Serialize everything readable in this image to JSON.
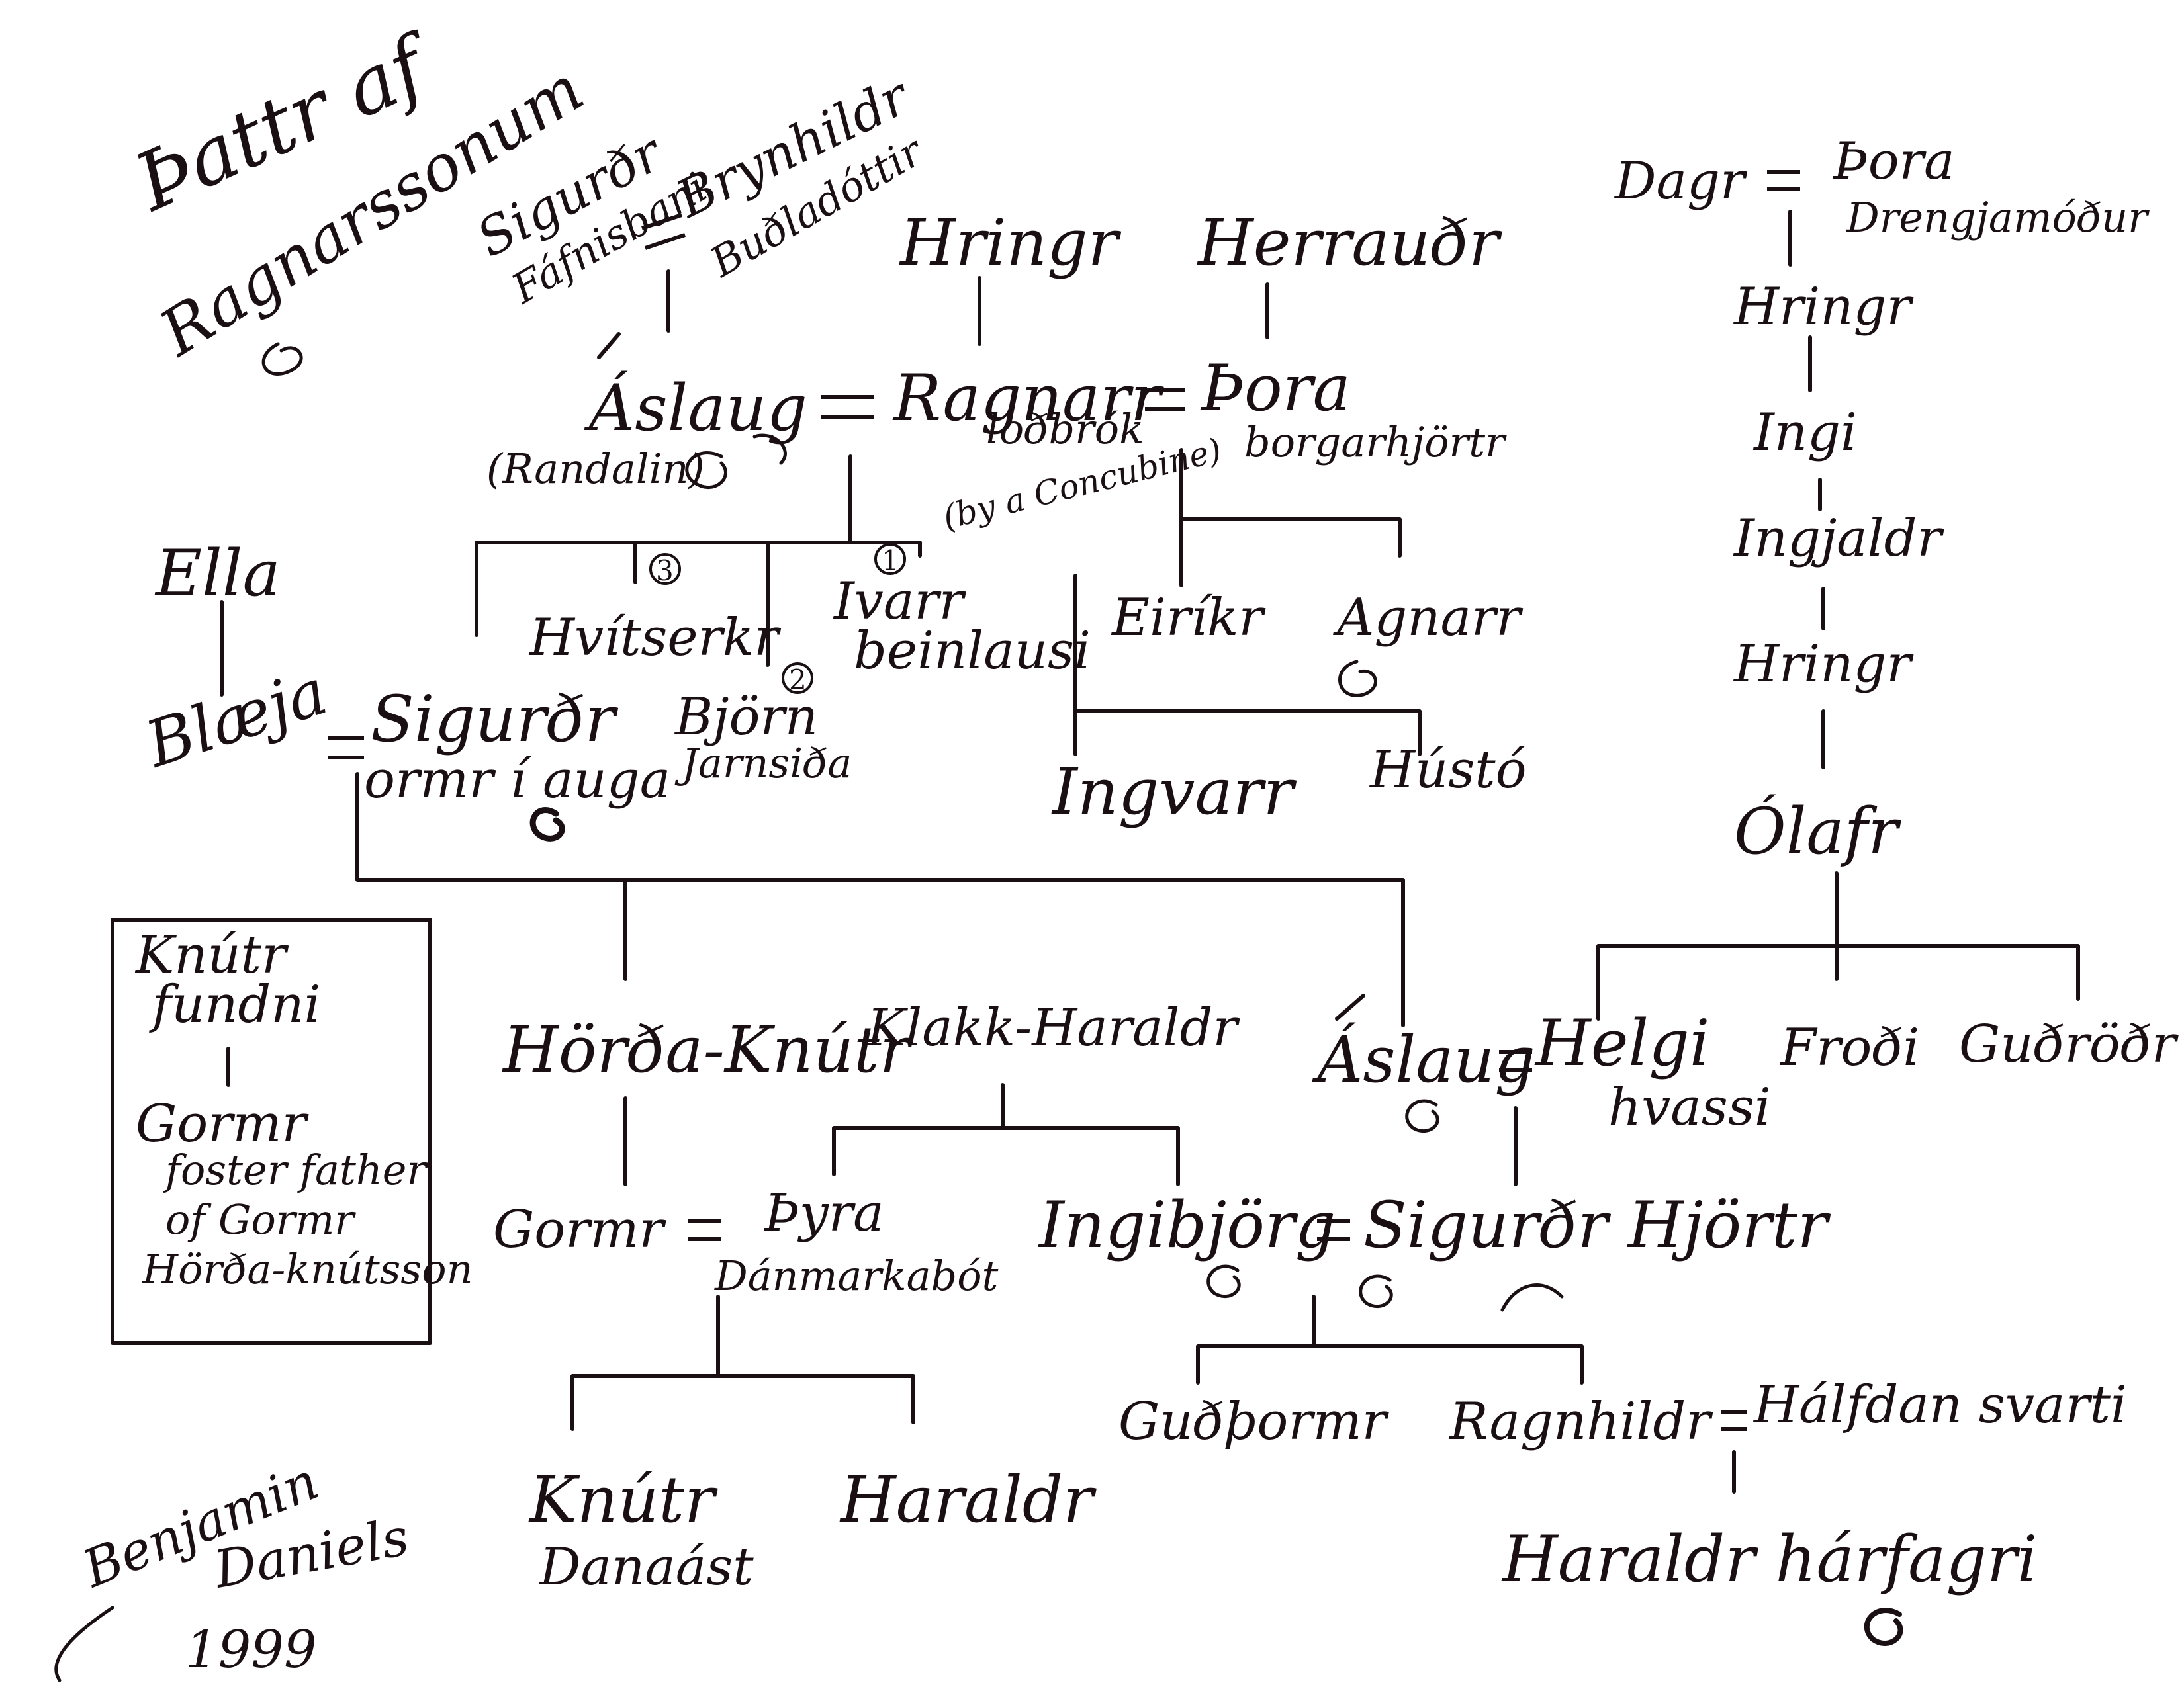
{
  "title": {
    "line1": "Þattr af",
    "line2": "Ragnarssonum"
  },
  "people": {
    "sigurdr_fafnisbani_1": "Sigurðr",
    "sigurdr_fafnisbani_2": "Fáfnisbani",
    "brynhildr_1": "Brynhildr",
    "brynhildr_2": "Buðladóttir",
    "hringr_top": "Hringr",
    "herraudr": "Herrauðr",
    "dagr": "Dagr",
    "thora_drengjamodur_1": "Þora",
    "thora_drengjamodur_2": "Drengjamóður",
    "aslaug_1": "Áslaug",
    "aslaug_alt": "(Randalin)",
    "ragnarr_1": "Ragnarr",
    "ragnarr_2": "loðbrók",
    "concubine_note": "(by a Concubine)",
    "thora_borgarhjortr_1": "Þora",
    "thora_borgarhjortr_2": "borgarhjörtr",
    "hringr_r1": "Hringr",
    "ingi": "Ingi",
    "ingjaldr": "Ingjaldr",
    "hringr_r2": "Hringr",
    "olafr": "Ólafr",
    "ella": "Ella",
    "hvitserkr": "Hvítserkr",
    "ivarr_1": "Ivarr",
    "ivarr_2": "beinlausi",
    "eirikr": "Eiríkr",
    "agnarr": "Agnarr",
    "blaeja": "Blæja",
    "sigurdr_ormr_1": "Sigurðr",
    "sigurdr_ormr_2": "ormr í auga",
    "bjorn_1": "Björn",
    "bjorn_2": "Jarnsiða",
    "ingvarr": "Ingvarr",
    "husto": "Hústó",
    "knutr_fundni_1": "Knútr",
    "knutr_fundni_2": "fundni",
    "gormr_box_1": "Gormr",
    "gormr_box_2": "foster father",
    "gormr_box_3": "of Gormr",
    "gormr_box_4": "Hörða-knútsson",
    "horda_knutr": "Hörða-Knútr",
    "klakk_haraldr": "Klakk-Haraldr",
    "aslaug_2": "Áslaug",
    "helgi_1": "Helgi",
    "helgi_2": "hvassi",
    "frodi": "Froði",
    "gudrodr": "Guðröðr",
    "gormr": "Gormr",
    "thyra_1": "Þyra",
    "thyra_2": "Dánmarkabót",
    "ingibjorg": "Ingibjörg",
    "sigurdr_hjortr": "Sigurðr Hjörtr",
    "gudthormr": "Guðþormr",
    "ragnhildr": "Ragnhildr",
    "halfdan": "Hálfdan svarti",
    "knutr_danaast_1": "Knútr",
    "knutr_danaast_2": "Danaást",
    "haraldr": "Haraldr",
    "haraldr_harfagri": "Haraldr hárfagri"
  },
  "birth_order": {
    "first": "1",
    "second": "2",
    "third": "3"
  },
  "signature": {
    "line1": "Benjamin",
    "line2": "Daniels",
    "year": "1999"
  }
}
